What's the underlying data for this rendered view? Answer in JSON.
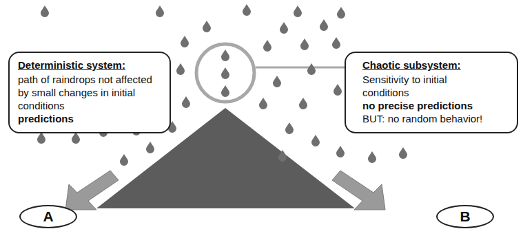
{
  "diagram": {
    "nodes": [
      {
        "text": [
          "Deterministic system:",
          "path of raindrops not affected by small changes in initial conditions",
          "predictions"
        ]
      },
      {
        "text": [
          "Chaotic subsystem:",
          "Sensitivity to initial conditions",
          "no precise predictions",
          "BUT: no random behavior!"
        ]
      },
      {
        "text": [
          "A"
        ]
      },
      {
        "text": [
          "B"
        ]
      }
    ]
  }
}
